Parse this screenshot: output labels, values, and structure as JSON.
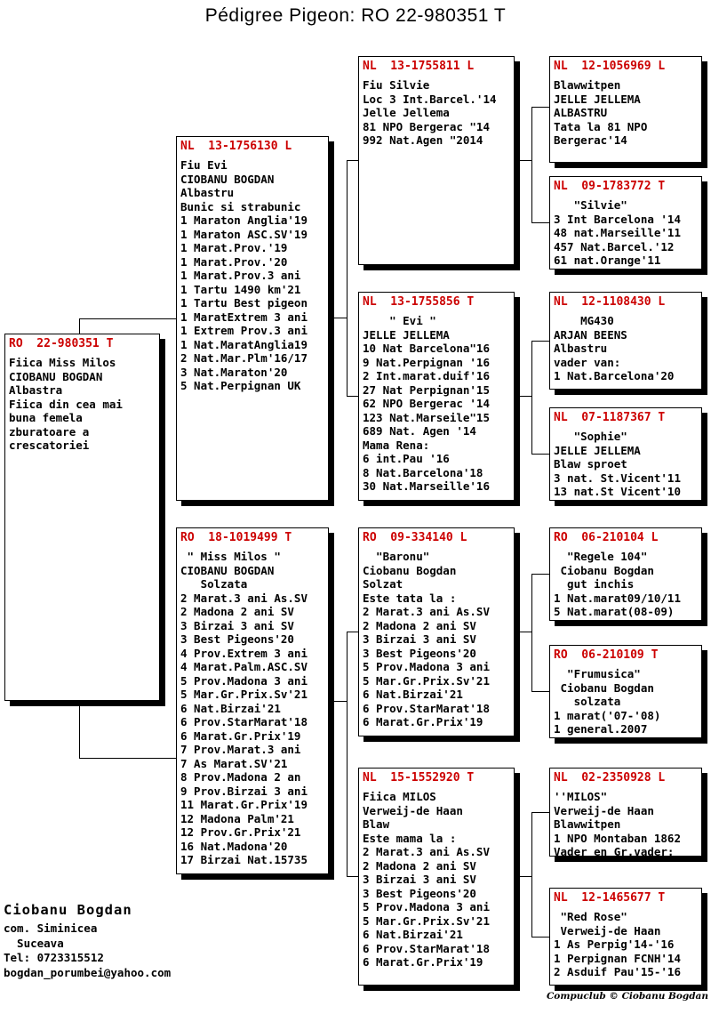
{
  "title": "Pédigree Pigeon: RO  22-980351 T",
  "colors": {
    "accent_red": "#cc0000",
    "text": "#000000",
    "background": "#ffffff"
  },
  "boxes": {
    "subject": {
      "ring": "RO  22-980351 T",
      "lines": [
        "Fiica Miss Milos",
        "CIOBANU BOGDAN",
        "Albastra",
        "Fiica din cea mai",
        "buna femela",
        "zburatoare a",
        "crescatoriei"
      ]
    },
    "sire": {
      "ring": "NL  13-1756130 L",
      "lines": [
        "Fiu Evi",
        "CIOBANU BOGDAN",
        "Albastru",
        "Bunic si strabunic",
        "1 Maraton Anglia'19",
        "1 Maraton ASC.SV'19",
        "1 Marat.Prov.'19",
        "1 Marat.Prov.'20",
        "1 Marat.Prov.3 ani",
        "1 Tartu 1490 km'21",
        "1 Tartu Best pigeon",
        "1 MaratExtrem 3 ani",
        "1 Extrem Prov.3 ani",
        "1 Nat.MaratAnglia19",
        "2 Nat.Mar.Plm'16/17",
        "3 Nat.Maraton'20",
        "5 Nat.Perpignan UK"
      ]
    },
    "dam": {
      "ring": "RO  18-1019499 T",
      "lines": [
        " \" Miss Milos \"",
        "CIOBANU BOGDAN",
        "   Solzata",
        "2 Marat.3 ani As.SV",
        "2 Madona 2 ani SV",
        "3 Birzai 3 ani SV",
        "3 Best Pigeons'20",
        "4 Prov.Extrem 3 ani",
        "4 Marat.Palm.ASC.SV",
        "5 Prov.Madona 3 ani",
        "5 Mar.Gr.Prix.Sv'21",
        "6 Nat.Birzai'21",
        "6 Prov.StarMarat'18",
        "6 Marat.Gr.Prix'19",
        "7 Prov.Marat.3 ani",
        "7 As Marat.SV'21",
        "8 Prov.Madona 2 an",
        "9 Prov.Birzai 3 ani",
        "11 Marat.Gr.Prix'19",
        "12 Madona Palm'21",
        "12 Prov.Gr.Prix'21",
        "16 Nat.Madona'20",
        "17 Birzai Nat.15735"
      ]
    },
    "sire_sire": {
      "ring": "NL  13-1755811 L",
      "lines": [
        "Fiu Silvie",
        "Loc 3 Int.Barcel.'14",
        "Jelle Jellema",
        "81 NPO Bergerac \"14",
        "992 Nat.Agen \"2014"
      ]
    },
    "sire_dam": {
      "ring": "NL  13-1755856 T",
      "lines": [
        "    \" Evi \"",
        "JELLE JELLEMA",
        "10 Nat Barcelona\"16",
        "9 Nat.Perpignan '16",
        "2 Int.marat.duif'16",
        "27 Nat Perpignan'15",
        "62 NPO Bergerac '14",
        "123 Nat.Marseile\"15",
        "689 Nat. Agen '14",
        "Mama Rena:",
        "6 int.Pau '16",
        "8 Nat.Barcelona'18",
        "30 Nat.Marseille'16"
      ]
    },
    "dam_sire": {
      "ring": "RO  09-334140 L",
      "lines": [
        "  \"Baronu\"",
        "Ciobanu Bogdan",
        "Solzat",
        "Este tata la :",
        "2 Marat.3 ani As.SV",
        "2 Madona 2 ani SV",
        "3 Birzai 3 ani SV",
        "3 Best Pigeons'20",
        "5 Prov.Madona 3 ani",
        "5 Mar.Gr.Prix.Sv'21",
        "6 Nat.Birzai'21",
        "6 Prov.StarMarat'18",
        "6 Marat.Gr.Prix'19"
      ]
    },
    "dam_dam": {
      "ring": "NL  15-1552920 T",
      "lines": [
        "Fiica MILOS",
        "Verweij-de Haan",
        "Blaw",
        "Este mama la :",
        "2 Marat.3 ani As.SV",
        "2 Madona 2 ani SV",
        "3 Birzai 3 ani SV",
        "3 Best Pigeons'20",
        "5 Prov.Madona 3 ani",
        "5 Mar.Gr.Prix.Sv'21",
        "6 Nat.Birzai'21",
        "6 Prov.StarMarat'18",
        "6 Marat.Gr.Prix'19"
      ]
    },
    "sire_sire_sire": {
      "ring": "NL  12-1056969 L",
      "lines": [
        "Blawwitpen",
        "JELLE JELLEMA",
        "ALBASTRU",
        "Tata la 81 NPO",
        "Bergerac'14"
      ]
    },
    "sire_sire_dam": {
      "ring": "NL  09-1783772 T",
      "lines": [
        "   \"Silvie\"",
        "3 Int Barcelona '14",
        "48 nat.Marseille'11",
        "457 Nat.Barcel.'12",
        "61 nat.Orange'11"
      ]
    },
    "sire_dam_sire": {
      "ring": "NL  12-1108430 L",
      "lines": [
        "    MG430",
        "ARJAN BEENS",
        "Albastru",
        "vader van:",
        "1 Nat.Barcelona'20"
      ]
    },
    "sire_dam_dam": {
      "ring": "NL  07-1187367 T",
      "lines": [
        "   \"Sophie\"",
        "JELLE JELLEMA",
        "Blaw sproet",
        "3 nat. St.Vicent'11",
        "13 nat.St Vicent'10"
      ]
    },
    "dam_sire_sire": {
      "ring": "RO  06-210104 L",
      "lines": [
        "  \"Regele 104\"",
        " Ciobanu Bogdan",
        "  gut inchis",
        "1 Nat.marat09/10/11",
        "5 Nat.marat(08-09)"
      ]
    },
    "dam_sire_dam": {
      "ring": "RO  06-210109 T",
      "lines": [
        "  \"Frumusica\"",
        " Ciobanu Bogdan",
        "   solzata",
        "1 marat('07-'08)",
        "1 general.2007"
      ]
    },
    "dam_dam_sire": {
      "ring": "NL  02-2350928 L",
      "lines": [
        "''MILOS\"",
        "Verweij-de Haan",
        "Blawwitpen",
        "1 NPO Montaban 1862",
        "Vader en Gr.vader:"
      ]
    },
    "dam_dam_dam": {
      "ring": "NL  12-1465677 T",
      "lines": [
        " \"Red Rose\"",
        " Verweij-de Haan",
        "1 As Perpig'14-'16",
        "1 Perpignan FCNH'14",
        "2 Asduif Pau'15-'16"
      ]
    }
  },
  "owner": {
    "name": "Ciobanu Bogdan",
    "lines": [
      "com. Siminicea",
      "  Suceava",
      "Tel: 0723315512",
      "bogdan_porumbei@yahoo.com"
    ]
  },
  "credit": "Compuclub © Ciobanu Bogdan"
}
